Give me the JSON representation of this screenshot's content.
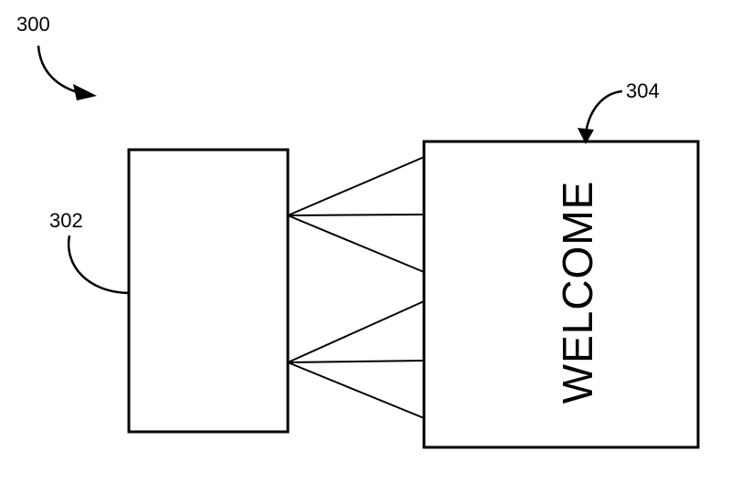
{
  "figure": {
    "label_figure": "300",
    "label_projector": "302",
    "label_screen": "304",
    "screen_text": "WELCOME"
  }
}
